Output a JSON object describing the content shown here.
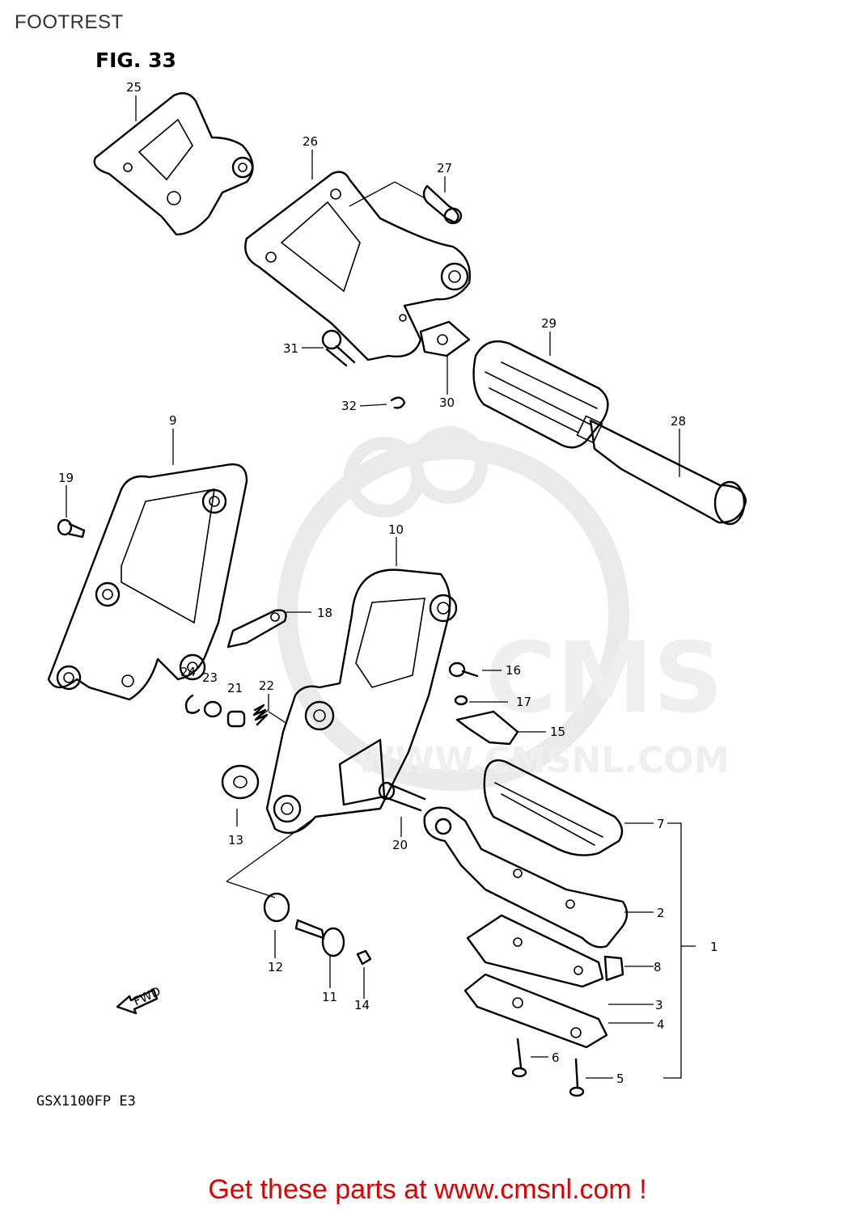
{
  "page": {
    "title": "FOOTREST"
  },
  "figure": {
    "label": "FIG. 33",
    "model": "GSX1100FP  E3",
    "direction_label": "FWD"
  },
  "callouts": {
    "p1": "1",
    "p2": "2",
    "p3": "3",
    "p4": "4",
    "p5": "5",
    "p6": "6",
    "p7": "7",
    "p8": "8",
    "p9": "9",
    "p10": "10",
    "p11": "11",
    "p12": "12",
    "p13": "13",
    "p14": "14",
    "p15": "15",
    "p16": "16",
    "p17": "17",
    "p18": "18",
    "p19": "19",
    "p20": "20",
    "p21": "21",
    "p22": "22",
    "p23": "23",
    "p24": "24",
    "p25": "25",
    "p26": "26",
    "p27": "27",
    "p28": "28",
    "p29": "29",
    "p30": "30",
    "p31": "31",
    "p32": "32"
  },
  "watermark": {
    "text": "CMS",
    "color": "#d9d9d9"
  },
  "cta": {
    "text": "Get these parts at www.cmsnl.com !",
    "color": "#e00000"
  }
}
